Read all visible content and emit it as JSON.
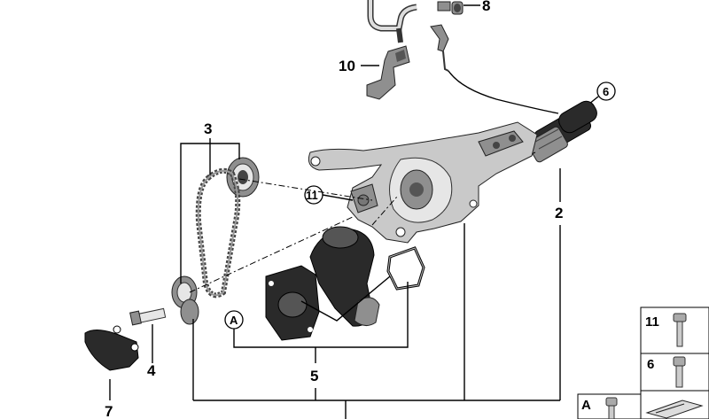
{
  "callouts": {
    "c2": "2",
    "c3": "3",
    "c4": "4",
    "c5": "5",
    "c6": "6",
    "c7": "7",
    "c8": "8",
    "c10": "10",
    "c11": "11",
    "cA": "A"
  },
  "legend": {
    "box11": "11",
    "box6": "6",
    "boxA": "A"
  }
}
